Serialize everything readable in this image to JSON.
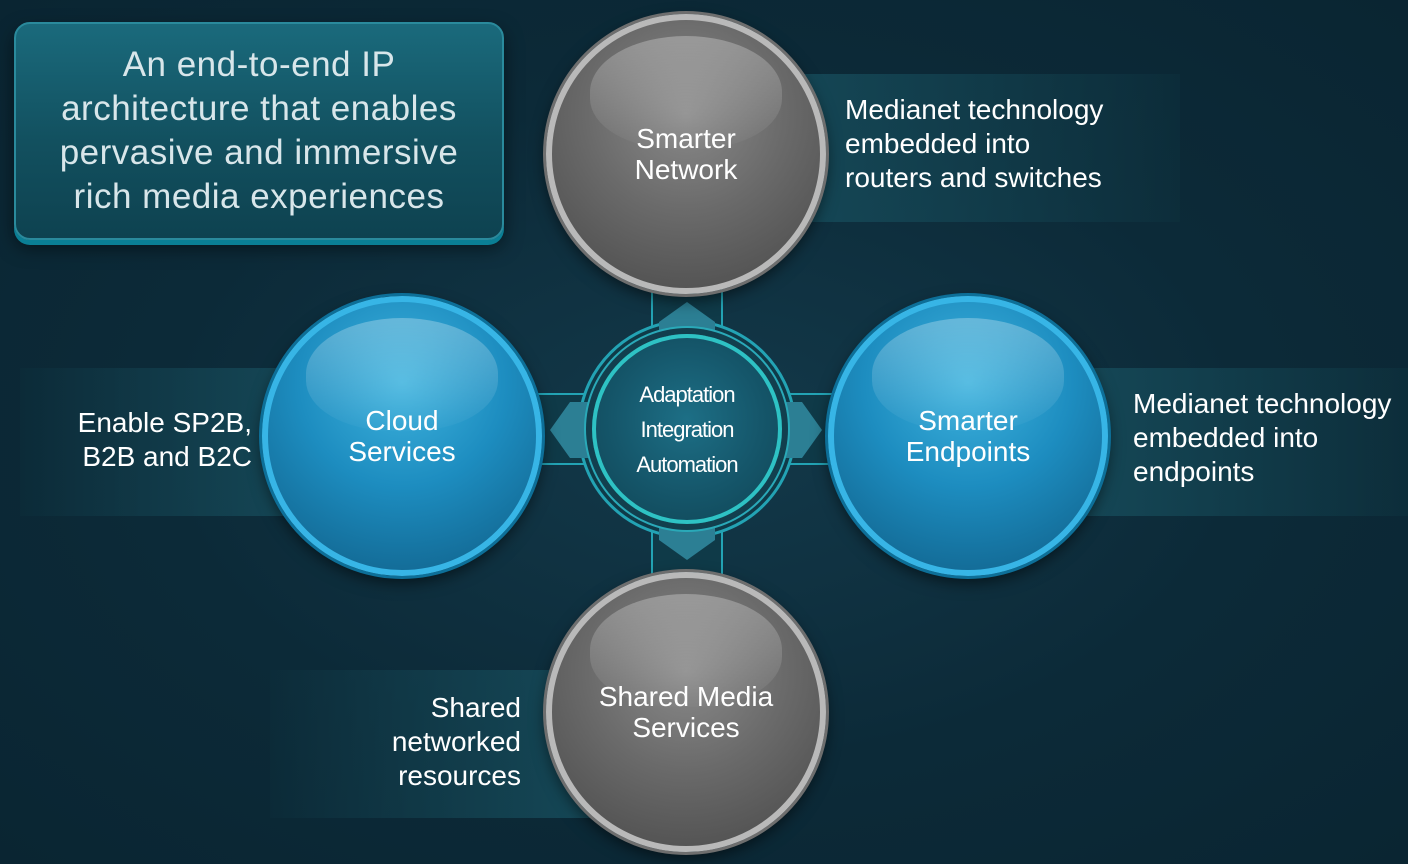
{
  "intro": {
    "text": "An end-to-end IP\narchitecture that enables\npervasive and immersive\nrich media experiences"
  },
  "circles": {
    "top": {
      "label": "Smarter\nNetwork",
      "color": "#6a6a6a"
    },
    "bottom": {
      "label": "Shared Media\nServices",
      "color": "#6a6a6a"
    },
    "left": {
      "label": "Cloud\nServices",
      "color": "#1d8dc0"
    },
    "right": {
      "label": "Smarter\nEndpoints",
      "color": "#1d8dc0"
    }
  },
  "core": {
    "lines": [
      "Adaptation",
      "Integration",
      "Automation"
    ],
    "color": "#2ec2c4"
  },
  "descriptions": {
    "top_right": "Medianet technology\nembedded into\nrouters and switches",
    "right": "Medianet technology\nembedded into\nendpoints",
    "left": "Enable SP2B,\nB2B and B2C",
    "bottom": "Shared\nnetworked\nresources"
  },
  "colors": {
    "background": "#0c2a38",
    "accent": "#37b5e6",
    "ring": "#2aa9b8"
  }
}
